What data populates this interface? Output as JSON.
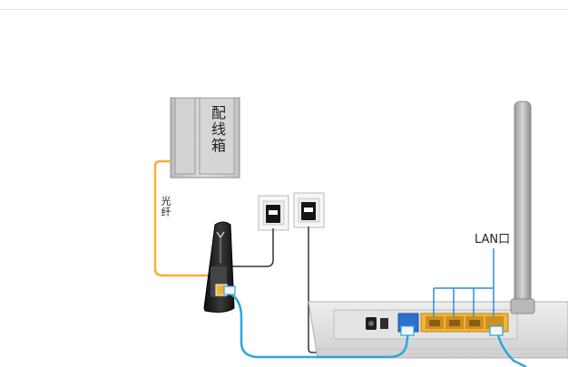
{
  "diagram": {
    "distribution_box_label": "配线箱",
    "fiber_label": "光纤",
    "lan_label": "LAN口",
    "colors": {
      "fiber": "#f2b233",
      "lan_cable": "#2aa7db",
      "phone_cable": "#333333",
      "lan_bracket": "#2b8fd6",
      "wan_port": "#2f6fd1",
      "lan_port_panel": "#f0b53a",
      "box_fill": "#d9d9d9"
    }
  }
}
